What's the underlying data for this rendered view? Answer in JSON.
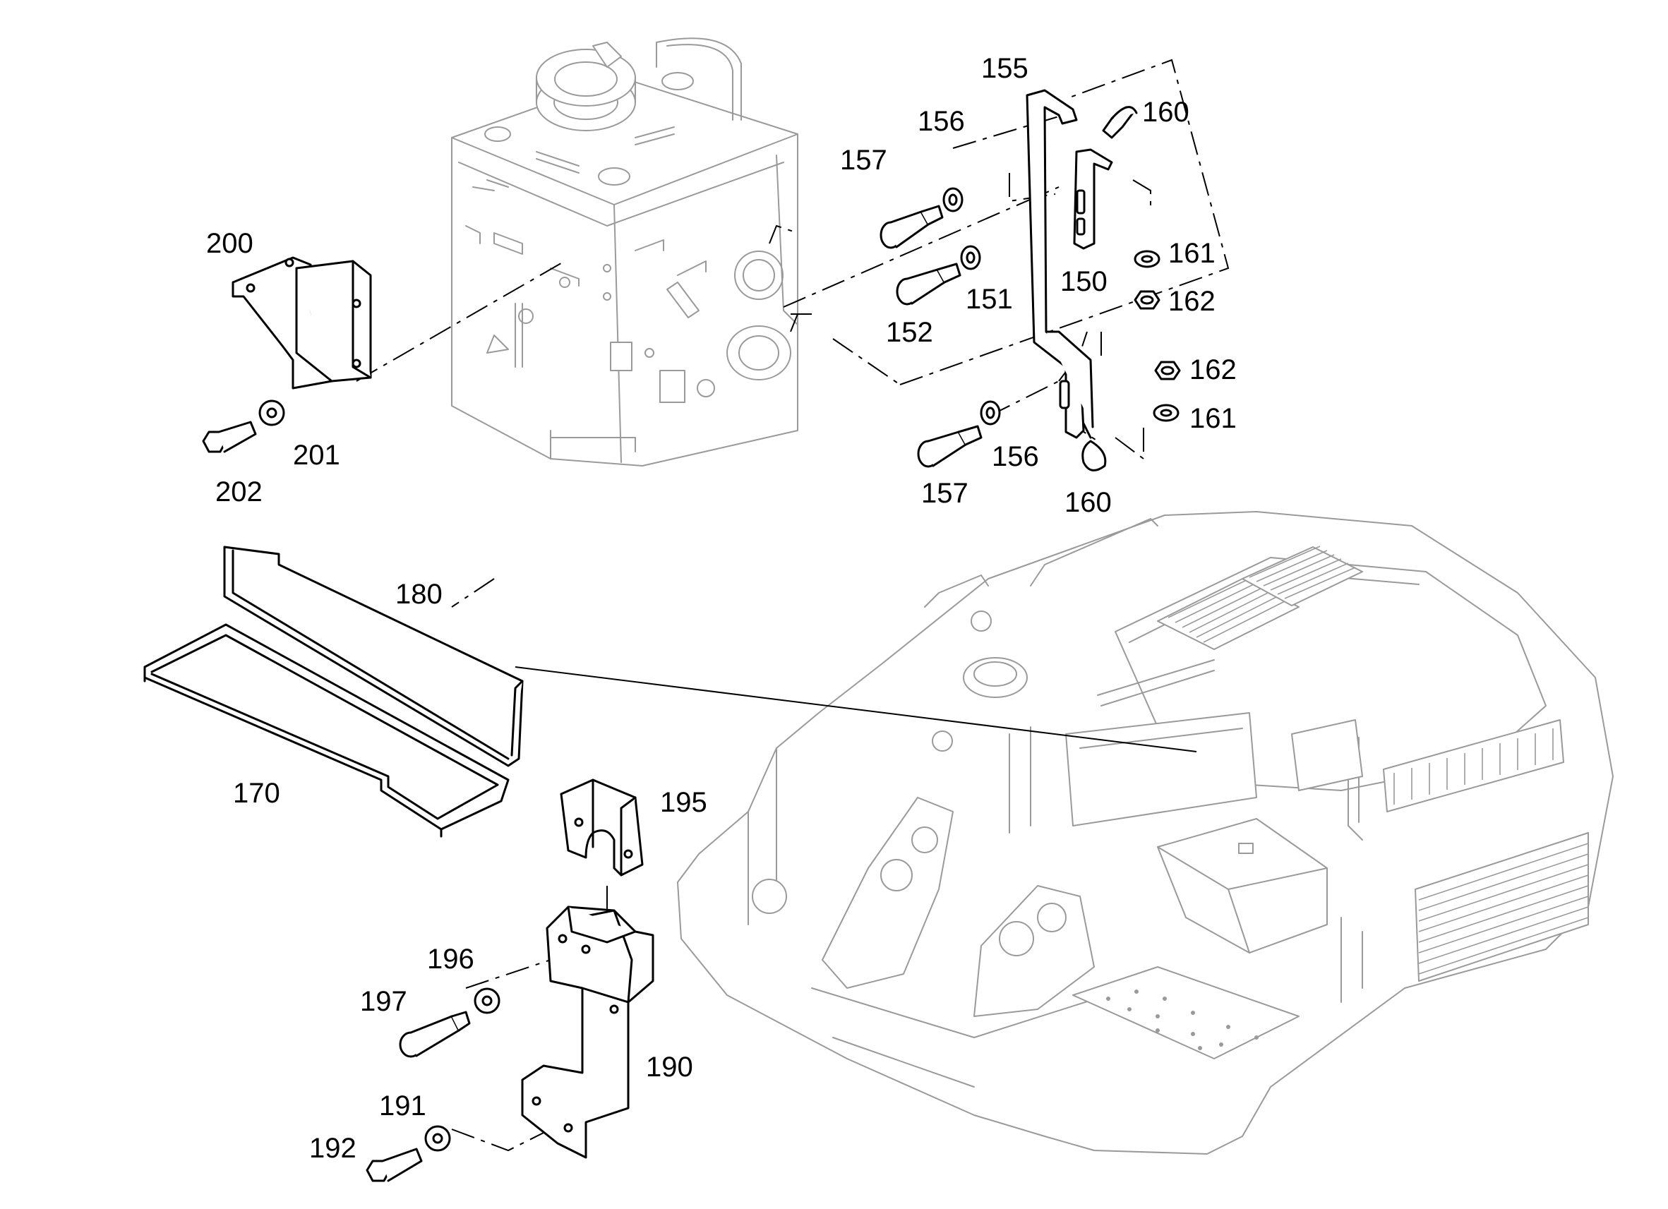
{
  "callouts": [
    {
      "id": "c155",
      "label": "155"
    },
    {
      "id": "c156a",
      "label": "156"
    },
    {
      "id": "c157a",
      "label": "157"
    },
    {
      "id": "c160a",
      "label": "160"
    },
    {
      "id": "c161a",
      "label": "161"
    },
    {
      "id": "c162a",
      "label": "162"
    },
    {
      "id": "c150",
      "label": "150"
    },
    {
      "id": "c151",
      "label": "151"
    },
    {
      "id": "c152",
      "label": "152"
    },
    {
      "id": "c162b",
      "label": "162"
    },
    {
      "id": "c161b",
      "label": "161"
    },
    {
      "id": "c156b",
      "label": "156"
    },
    {
      "id": "c157b",
      "label": "157"
    },
    {
      "id": "c160b",
      "label": "160"
    },
    {
      "id": "c200",
      "label": "200"
    },
    {
      "id": "c201",
      "label": "201"
    },
    {
      "id": "c202",
      "label": "202"
    },
    {
      "id": "c180",
      "label": "180"
    },
    {
      "id": "c170",
      "label": "170"
    },
    {
      "id": "c195",
      "label": "195"
    },
    {
      "id": "c196",
      "label": "196"
    },
    {
      "id": "c197",
      "label": "197"
    },
    {
      "id": "c190",
      "label": "190"
    },
    {
      "id": "c191",
      "label": "191"
    },
    {
      "id": "c192",
      "label": "192"
    }
  ]
}
